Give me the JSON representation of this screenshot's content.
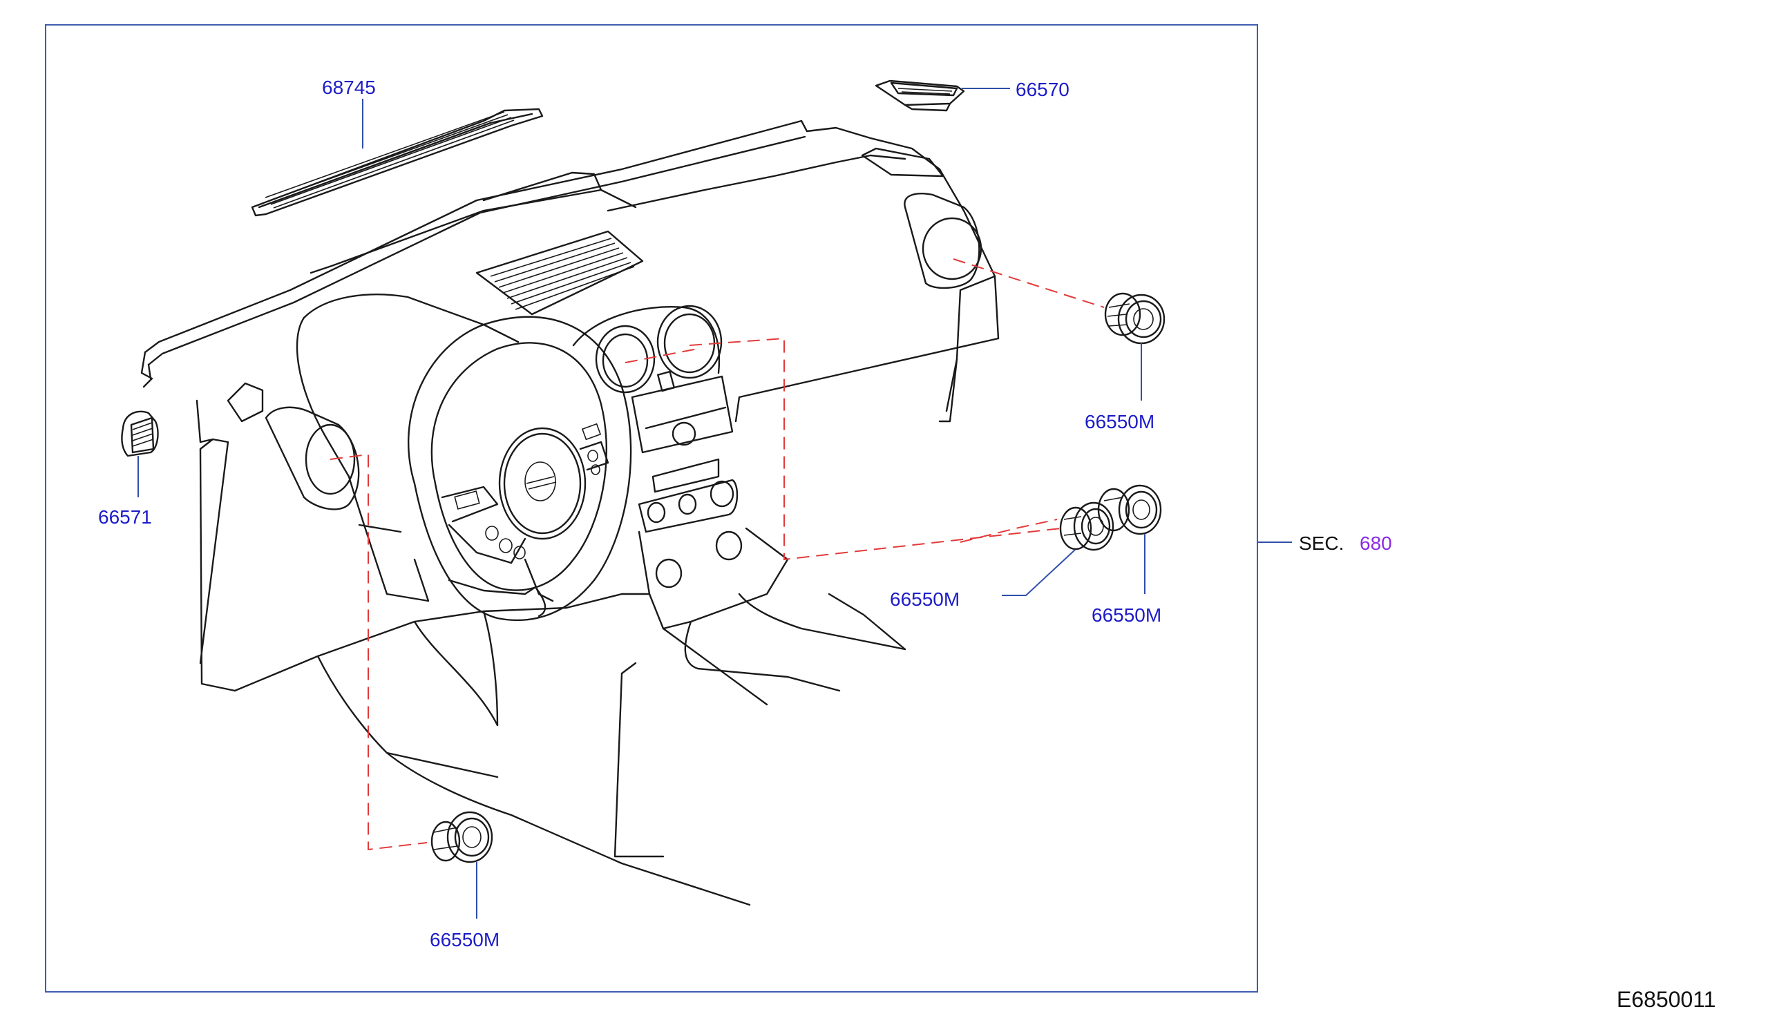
{
  "parts": [
    {
      "part_no": "68745"
    },
    {
      "part_no": "66570"
    },
    {
      "part_no": "66571"
    },
    {
      "part_no": "66550M"
    },
    {
      "part_no": "66550M"
    },
    {
      "part_no": "66550M"
    },
    {
      "part_no": "66550M"
    }
  ],
  "section_ref": {
    "prefix": "SEC.",
    "number": "680"
  },
  "diagram_id": "E6850011",
  "colors": {
    "part_label": "#1c1cc8",
    "frame": "#3f5cb0",
    "dashed_reference": "#e23a3a",
    "section_link": "#8a2be2",
    "outline": "#1a1a1a"
  }
}
